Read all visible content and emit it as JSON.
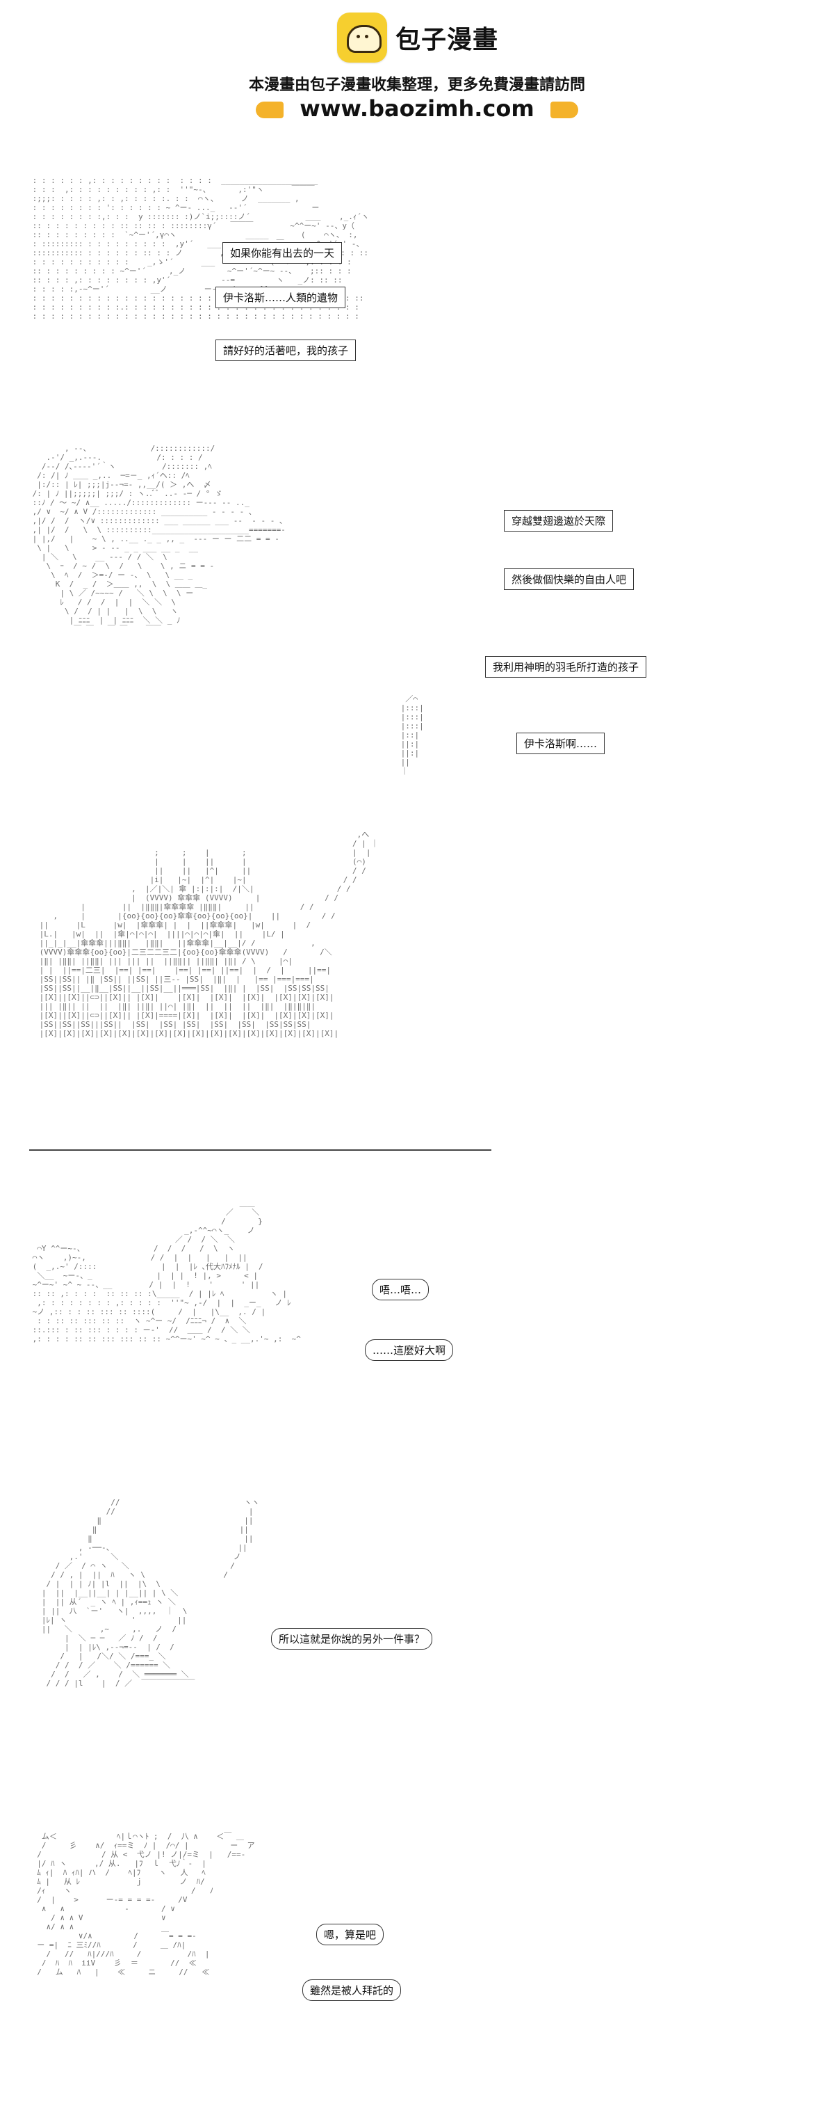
{
  "header": {
    "logo_text": "包子漫畫",
    "subtitle": "本漫畫由包子漫畫收集整理，更多免費漫畫請訪問",
    "url": "www.baozimh.com"
  },
  "panels": [
    {
      "bubbles": [
        "如果你能有出去的一天",
        "伊卡洛斯……人類的遺物",
        "請好好的活著吧，我的孩子"
      ]
    },
    {
      "bubbles": [
        "穿越雙翅邊遨於天際",
        "然後做個快樂的自由人吧",
        "我利用神明的羽毛所打造的孩子",
        "伊卡洛斯啊……"
      ]
    },
    {
      "bubbles": []
    },
    {
      "bubbles": [
        "唔…唔…",
        "……這麼好大啊"
      ]
    },
    {
      "bubbles": [
        "所以這就是你說的另外一件事？"
      ]
    },
    {
      "bubbles": [
        "嗯，算是吧",
        "雖然是被人拜託的"
      ]
    }
  ]
}
